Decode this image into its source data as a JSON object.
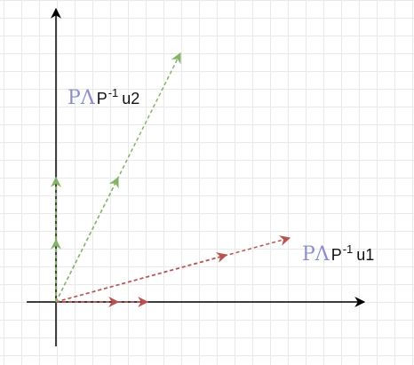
{
  "colors": {
    "axis": "#000000",
    "red": "#b85450",
    "green": "#82b366",
    "label_symbol": "#8a8fc7"
  },
  "labels": {
    "u2": {
      "symbol": "PΛ",
      "p": "P",
      "exponent": "-1",
      "vector": "u2"
    },
    "u1": {
      "symbol": "PΛ",
      "p": "P",
      "exponent": "-1",
      "vector": "u1"
    }
  }
}
